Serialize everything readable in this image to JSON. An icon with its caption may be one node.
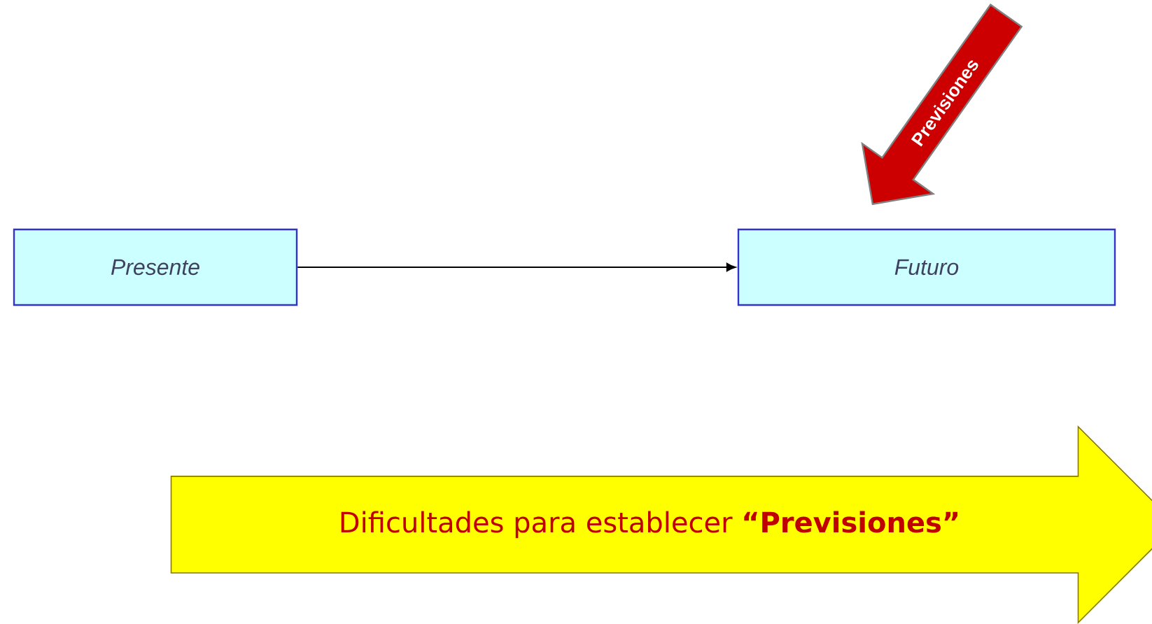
{
  "diagram": {
    "nodes": [
      {
        "text": [
          "Presente"
        ]
      },
      {
        "text": [
          "Futuro"
        ]
      },
      {
        "text": [
          "Previsiones"
        ]
      },
      {
        "text": [
          "Dificultades para establecer **“Previsiones”**"
        ]
      }
    ],
    "edges": [
      {
        "from": 0,
        "to": 1,
        "arrow": "to"
      }
    ]
  }
}
